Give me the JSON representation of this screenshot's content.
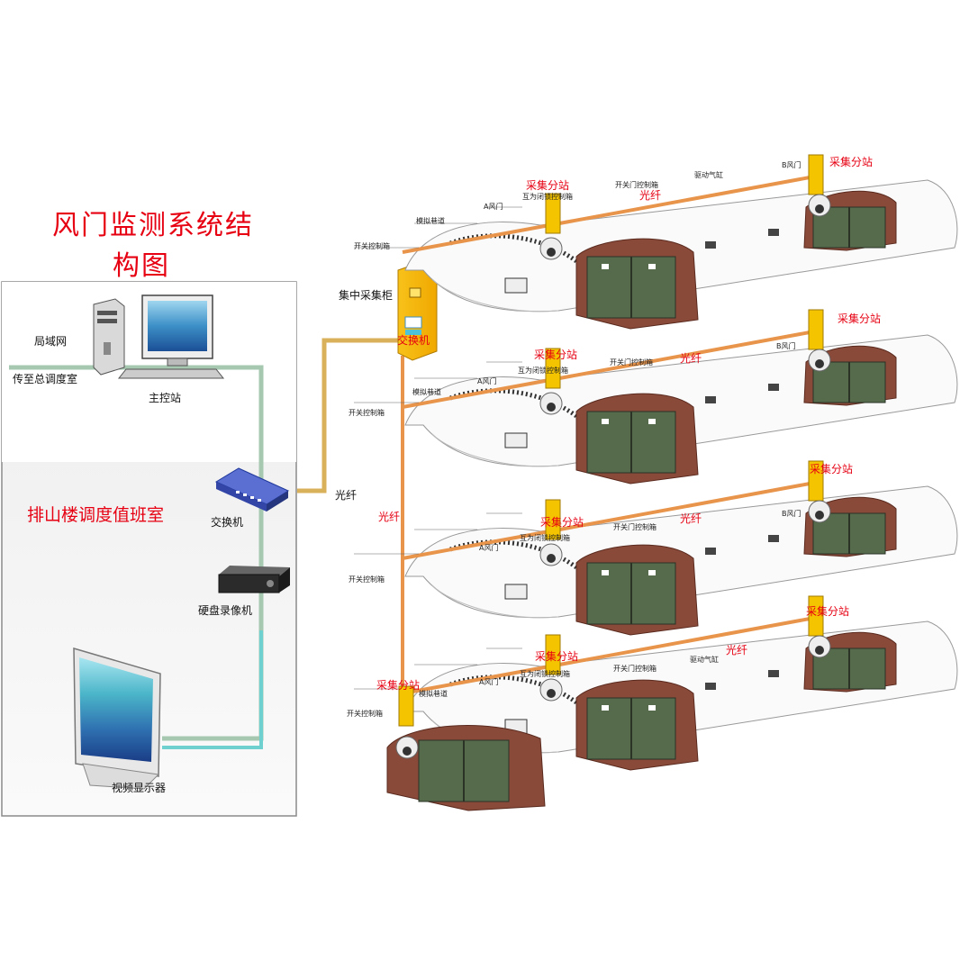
{
  "title_line1": "风门监测系统结",
  "title_line2": "构图",
  "room_label": "排山楼调度值班室",
  "control_room": {
    "lan": "局域网",
    "send_to": "传至总调度室",
    "main_station": "主控站",
    "switch": "交换机",
    "dvr": "硬盘录像机",
    "monitor": "视频显示器"
  },
  "fiber_label": "光纤",
  "cabinet_label": "集中采集柜",
  "cabinet_switch_label": "交换机",
  "substation_label": "采集分站",
  "small_labels": {
    "switch_box": "开关控制箱",
    "sim_tunnel": "模拟巷道",
    "door_a": "A风门",
    "door_b": "B风门",
    "interlock_box": "互为闭锁控制箱",
    "door_ctrl_box": "开关门控制箱",
    "cylinder": "驱动气缸"
  }
}
